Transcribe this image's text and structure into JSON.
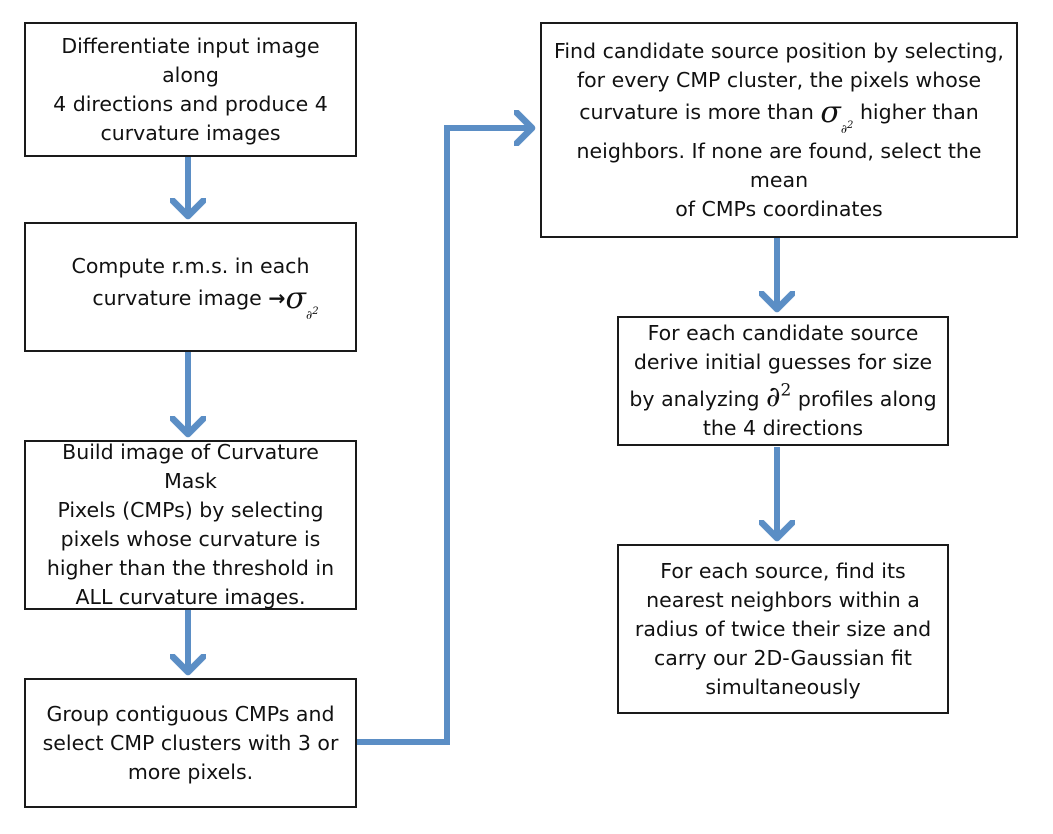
{
  "boxes": {
    "b1": {
      "line1": "Differentiate input image along",
      "line2": "4 directions and produce 4",
      "line3": "curvature images"
    },
    "b2": {
      "line1": "Compute r.m.s. in each",
      "line2_text": "curvature image ",
      "arrow_symbol": "→",
      "sigma_symbol": "σ",
      "sigma_subscript": "∂",
      "sigma_superscript": "2"
    },
    "b3": {
      "line1": "Build image of Curvature Mask",
      "line2": "Pixels (CMPs) by selecting",
      "line3": "pixels whose curvature is",
      "line4": "higher than the threshold in",
      "line5": "ALL curvature images."
    },
    "b4": {
      "line1": "Group contiguous CMPs and",
      "line2": "select CMP clusters with 3 or",
      "line3": "more pixels."
    },
    "b5": {
      "line1": "Find candidate source position by selecting,",
      "line2": "for every CMP cluster, the pixels whose",
      "line3_a": "curvature is more than ",
      "line3_b": " higher than",
      "sigma_symbol": "σ",
      "sigma_subscript": "∂",
      "sigma_superscript": "2",
      "line4": "neighbors. If none are found, select the mean",
      "line5": "of CMPs coordinates"
    },
    "b6": {
      "line1": "For each candidate source",
      "line2": "derive initial guesses for size",
      "line3_a": "by analyzing ",
      "line3_b": " profiles along",
      "partial_symbol": "∂",
      "partial_superscript": "2",
      "line4": "the 4 directions"
    },
    "b7": {
      "line1": "For each source, find its",
      "line2": "nearest neighbors within a",
      "line3": "radius of twice their size and",
      "line4": "carry our 2D-Gaussian fit",
      "line5": "simultaneously"
    }
  },
  "colors": {
    "arrow": "#5b8ec5",
    "border": "#1a1a1a",
    "text": "#111111"
  }
}
